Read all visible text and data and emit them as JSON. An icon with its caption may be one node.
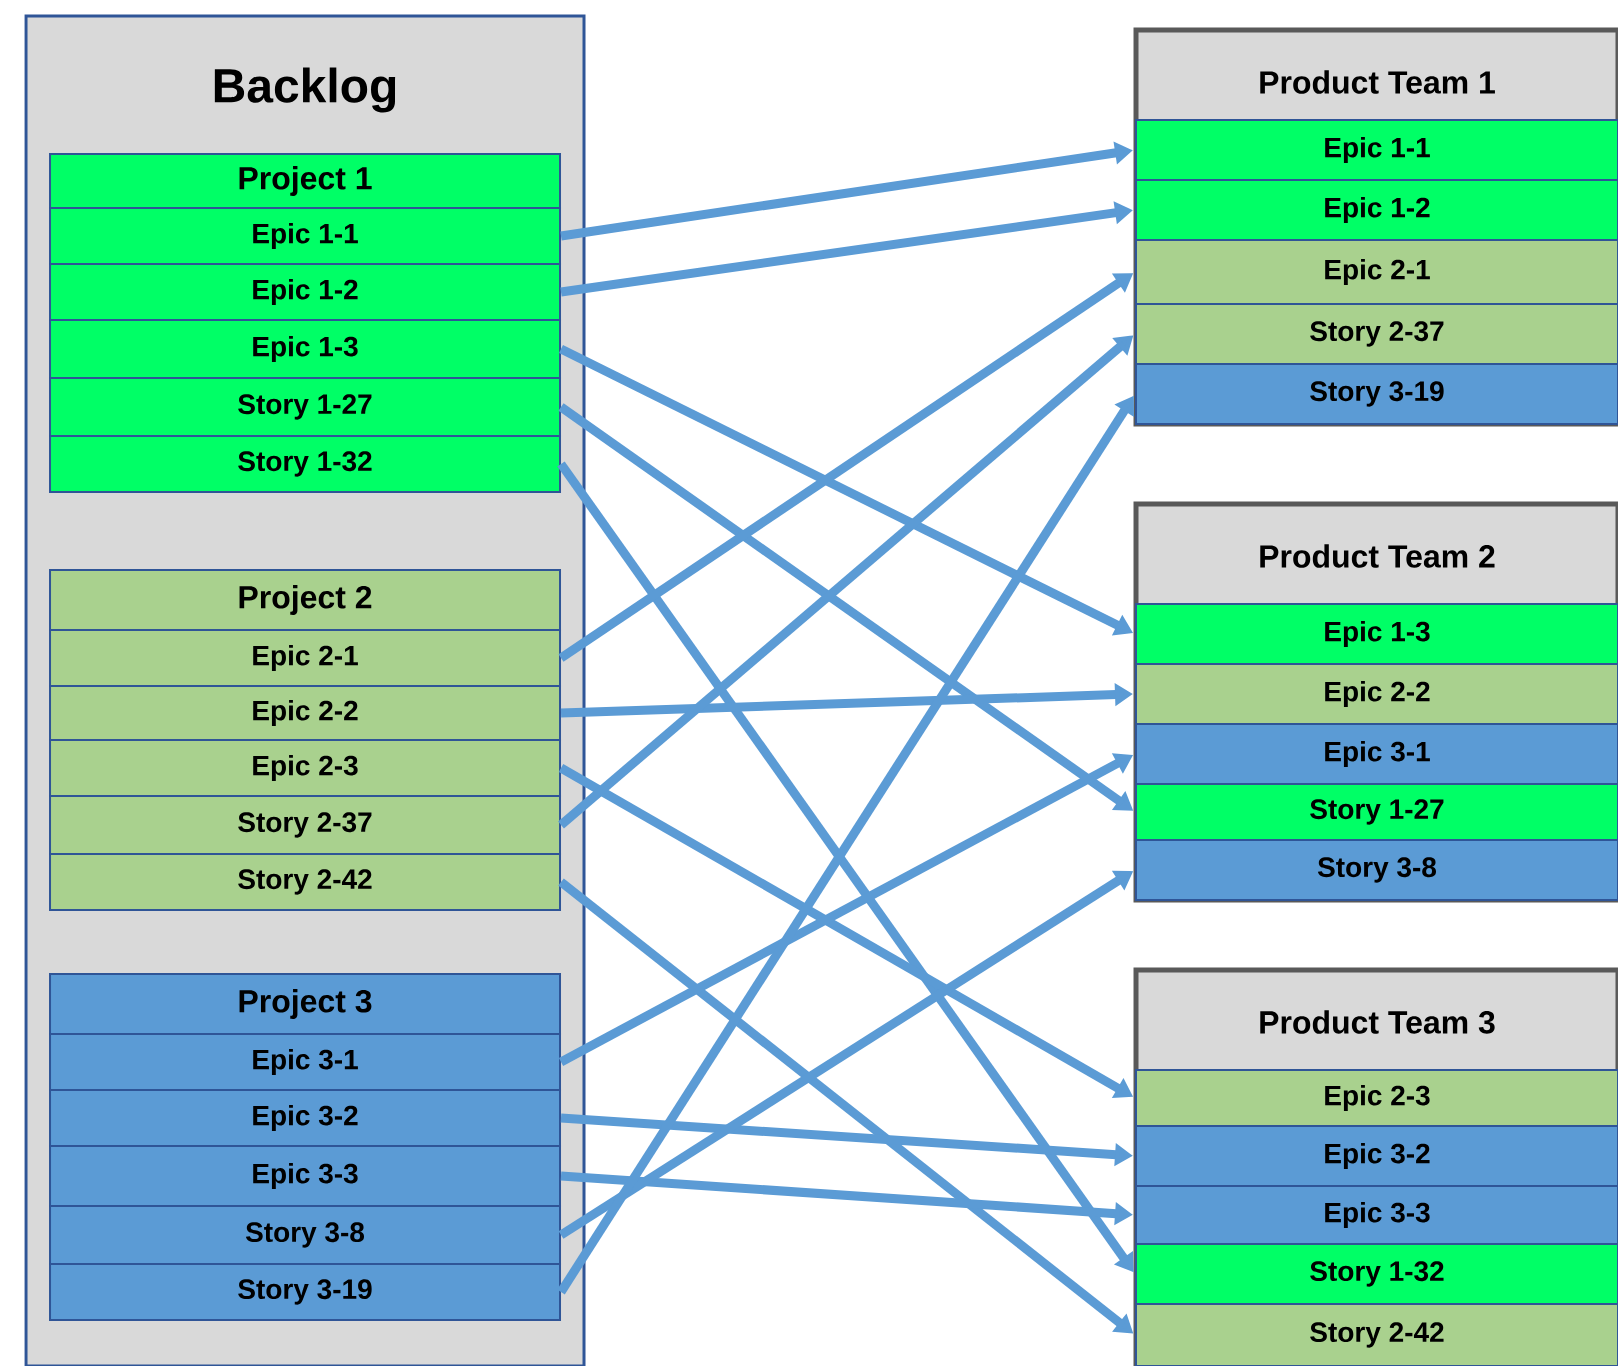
{
  "diagram": {
    "nodes": [
      {
        "text": [
          "Backlog"
        ]
      },
      {
        "text": [
          "Project 1"
        ],
        "in": 0
      },
      {
        "text": [
          "Epic 1-1"
        ],
        "in": 0
      },
      {
        "text": [
          "Epic 1-2"
        ],
        "in": 0
      },
      {
        "text": [
          "Epic 1-3"
        ],
        "in": 0
      },
      {
        "text": [
          "Story 1-27"
        ],
        "in": 0
      },
      {
        "text": [
          "Story 1-32"
        ],
        "in": 0
      },
      {
        "text": [
          "Project 2"
        ],
        "in": 0
      },
      {
        "text": [
          "Epic 2-1"
        ],
        "in": 0
      },
      {
        "text": [
          "Epic 2-2"
        ],
        "in": 0
      },
      {
        "text": [
          "Epic 2-3"
        ],
        "in": 0
      },
      {
        "text": [
          "Story 2-37"
        ],
        "in": 0
      },
      {
        "text": [
          "Story 2-42"
        ],
        "in": 0
      },
      {
        "text": [
          "Project 3"
        ],
        "in": 0
      },
      {
        "text": [
          "Epic 3-1"
        ],
        "in": 0
      },
      {
        "text": [
          "Epic 3-2"
        ],
        "in": 0
      },
      {
        "text": [
          "Epic 3-3"
        ],
        "in": 0
      },
      {
        "text": [
          "Story 3-8"
        ],
        "in": 0
      },
      {
        "text": [
          "Story 3-19"
        ],
        "in": 0
      },
      {
        "text": [
          "Product Team 1"
        ]
      },
      {
        "text": [
          "Epic 1-1"
        ],
        "in": 19
      },
      {
        "text": [
          "Epic 1-2"
        ],
        "in": 19
      },
      {
        "text": [
          "Epic 2-1"
        ],
        "in": 19
      },
      {
        "text": [
          "Story 2-37"
        ],
        "in": 19
      },
      {
        "text": [
          "Story 3-19"
        ],
        "in": 19
      },
      {
        "text": [
          "Product Team 2"
        ]
      },
      {
        "text": [
          "Epic 1-3"
        ],
        "in": 25
      },
      {
        "text": [
          "Epic 2-2"
        ],
        "in": 25
      },
      {
        "text": [
          "Epic 3-1"
        ],
        "in": 25
      },
      {
        "text": [
          "Story 1-27"
        ],
        "in": 25
      },
      {
        "text": [
          "Story 3-8"
        ],
        "in": 25
      },
      {
        "text": [
          "Product Team 3"
        ]
      },
      {
        "text": [
          "Epic 2-3"
        ],
        "in": 31
      },
      {
        "text": [
          "Epic 3-2"
        ],
        "in": 31
      },
      {
        "text": [
          "Epic 3-3"
        ],
        "in": 31
      },
      {
        "text": [
          "Story 1-32"
        ],
        "in": 31
      },
      {
        "text": [
          "Story 2-42"
        ],
        "in": 31
      }
    ],
    "edges": [
      {
        "from": 2,
        "to": 20,
        "arrow": "to"
      },
      {
        "from": 3,
        "to": 21,
        "arrow": "to"
      },
      {
        "from": 4,
        "to": 26,
        "arrow": "to"
      },
      {
        "from": 5,
        "to": 29,
        "arrow": "to"
      },
      {
        "from": 6,
        "to": 35,
        "arrow": "to"
      },
      {
        "from": 8,
        "to": 22,
        "arrow": "to"
      },
      {
        "from": 9,
        "to": 27,
        "arrow": "to"
      },
      {
        "from": 10,
        "to": 32,
        "arrow": "to"
      },
      {
        "from": 11,
        "to": 23,
        "arrow": "to"
      },
      {
        "from": 12,
        "to": 36,
        "arrow": "to"
      },
      {
        "from": 14,
        "to": 28,
        "arrow": "to"
      },
      {
        "from": 15,
        "to": 33,
        "arrow": "to"
      },
      {
        "from": 16,
        "to": 34,
        "arrow": "to"
      },
      {
        "from": 17,
        "to": 30,
        "arrow": "to"
      },
      {
        "from": 18,
        "to": 24,
        "arrow": "to"
      }
    ]
  }
}
